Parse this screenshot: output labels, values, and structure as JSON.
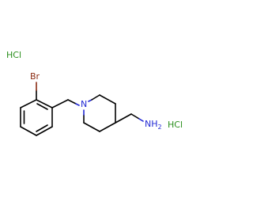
{
  "molecule": {
    "salt_left": "HCl",
    "salt_right": "HCl",
    "bromine": "Br",
    "ring_nitrogen": "N",
    "amine": "NH",
    "amine_subscript": "2"
  },
  "colors": {
    "bond": "#000000",
    "bromine": "#8b2b12",
    "nitrogen": "#2128d4",
    "salt": "#2a8f1c"
  }
}
